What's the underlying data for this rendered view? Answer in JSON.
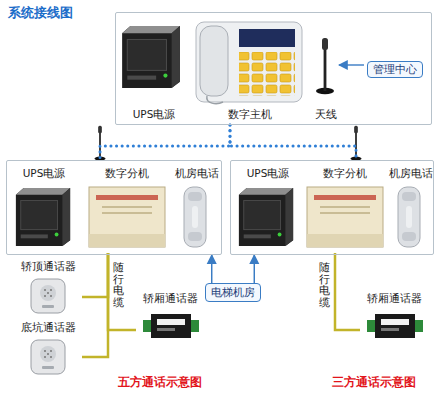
{
  "diagram": {
    "title": "系统接线图",
    "nodes": [
      {
        "text": [
          "管理中心"
        ]
      },
      {
        "text": [
          "UPS电源"
        ],
        "in": 0
      },
      {
        "text": [
          "数字主机"
        ],
        "in": 0
      },
      {
        "text": [
          "天线"
        ],
        "in": 0
      },
      {
        "text": []
      },
      {
        "text": [
          "UPS电源"
        ],
        "in": 4
      },
      {
        "text": [
          "数字分机"
        ],
        "in": 4
      },
      {
        "text": [
          "机房电话"
        ],
        "in": 4
      },
      {
        "text": []
      },
      {
        "text": [
          "UPS电源"
        ],
        "in": 8
      },
      {
        "text": [
          "数字分机"
        ],
        "in": 8
      },
      {
        "text": [
          "机房电话"
        ],
        "in": 8
      },
      {
        "text": [
          "电梯机房"
        ]
      },
      {
        "text": [
          "轿顶通话器"
        ]
      },
      {
        "text": [
          "底坑通话器"
        ]
      },
      {
        "text": [
          "轿厢通话器"
        ]
      },
      {
        "text": [
          "轿厢通话器"
        ]
      }
    ],
    "edges": [
      {
        "from": 0,
        "to": 4,
        "arrow": "none"
      },
      {
        "from": 0,
        "to": 8,
        "arrow": "none"
      },
      {
        "from": 12,
        "to": 4,
        "arrow": "to"
      },
      {
        "from": 12,
        "to": 8,
        "arrow": "to"
      },
      {
        "from": 6,
        "to": 13,
        "arrow": "none"
      },
      {
        "from": 6,
        "to": 14,
        "arrow": "none"
      },
      {
        "from": 6,
        "to": 15,
        "arrow": "none",
        "label": "随行电缆"
      },
      {
        "from": 10,
        "to": 16,
        "arrow": "none",
        "label": "随行电缆"
      }
    ],
    "labels": [
      "五方通话示意图",
      "三方通话示意图"
    ]
  }
}
